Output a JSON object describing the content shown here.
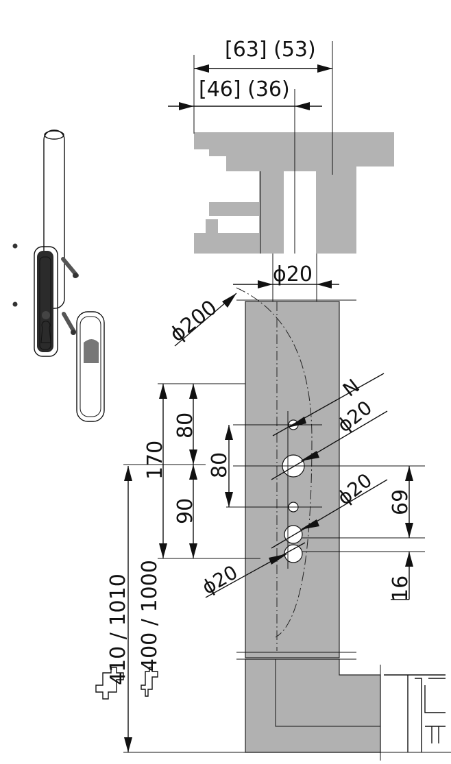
{
  "dimensions": {
    "top_outer": "[63] (53)",
    "top_inner": "[46] (36)",
    "spindle_diameter": "ϕ20",
    "radius": "ϕ200",
    "n_label": "N",
    "hole_1": "ϕ20",
    "hole_2": "ϕ20",
    "hole_3": "ϕ20",
    "d80_upper": "80",
    "d80_left": "80",
    "d170": "170",
    "d90": "90",
    "d69": "69",
    "d16": "16",
    "h1010": "410  /  1010",
    "h1000": "400  /  1000"
  }
}
